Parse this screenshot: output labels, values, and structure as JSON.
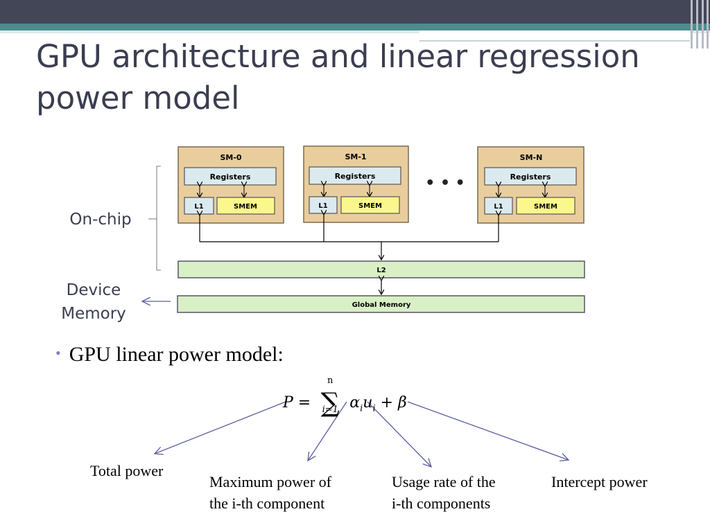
{
  "title": {
    "line1": "GPU architecture and linear regression",
    "line2": "power model"
  },
  "diagram": {
    "sm_blocks": [
      {
        "name": "SM-0",
        "registers": "Registers",
        "l1": "L1",
        "smem": "SMEM"
      },
      {
        "name": "SM-1",
        "registers": "Registers",
        "l1": "L1",
        "smem": "SMEM"
      },
      {
        "name": "SM-N",
        "registers": "Registers",
        "l1": "L1",
        "smem": "SMEM"
      }
    ],
    "ellipsis": "• • •",
    "l2": "L2",
    "global_memory": "Global Memory",
    "on_chip_label": "On-chip",
    "device_memory_label_line1": "Device",
    "device_memory_label_line2": "Memory"
  },
  "bullet": "GPU linear power model:",
  "formula": {
    "lhs": "P =",
    "sum_upper": "n",
    "sum_lower": "i=1",
    "alpha": "α",
    "u": "u",
    "sub": "i",
    "rest": "+ β"
  },
  "descriptions": {
    "total": "Total power",
    "max_line1": "Maximum power of",
    "max_line2": "the i-th component",
    "usage_line1": "Usage rate of the",
    "usage_line2": "i-th components",
    "intercept": "Intercept power"
  },
  "colors": {
    "sm_fill": "#e9cd9d",
    "register_fill": "#dbeaee",
    "smem_fill": "#fbf78c",
    "bus_fill": "#d9efc5",
    "arrow": "#5a5da0"
  }
}
